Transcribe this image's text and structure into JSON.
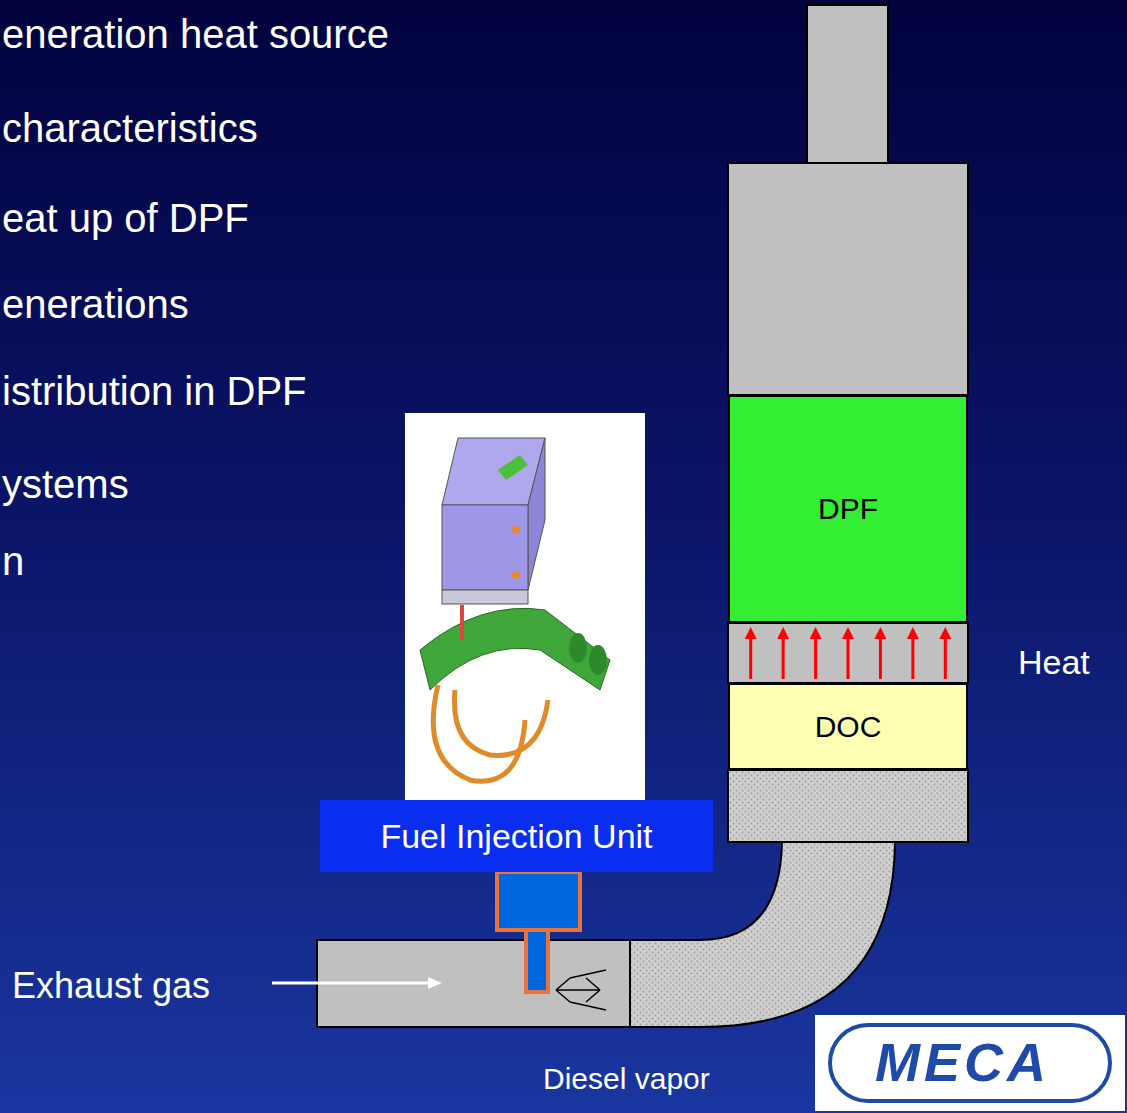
{
  "diagram": {
    "nodes": [
      {
        "text": [
          "DPF"
        ]
      },
      {
        "text": [
          "DOC"
        ]
      },
      {
        "text": [
          "Fuel Injection Unit"
        ]
      }
    ],
    "edges": [
      {
        "from": 1,
        "to": 0,
        "arrow": "to"
      }
    ],
    "labels": [
      "eneration heat source",
      "characteristics",
      "eat up of DPF",
      "enerations",
      "istribution in DPF",
      "ystems",
      "n",
      "Heat",
      "Exhaust gas",
      "Diesel vapor",
      "MECA"
    ]
  }
}
